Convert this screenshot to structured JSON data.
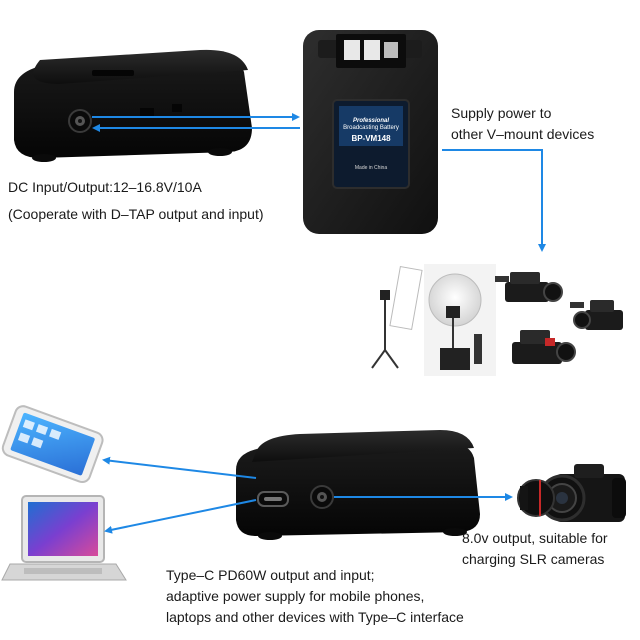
{
  "battery": {
    "brand_line1": "Professional",
    "brand_line2": "Broadcasting Battery",
    "model": "BP-VM148",
    "made_in": "Made in China"
  },
  "captions": {
    "dc_line1": "DC Input/Output:12–16.8V/10A",
    "dc_line2": "(Cooperate with D–TAP output and input)",
    "supply_line1": "Supply power to",
    "supply_line2": "other V–mount devices",
    "slr_line1": "8.0v output, suitable for",
    "slr_line2": "charging SLR cameras",
    "typec_line1": "Type–C PD60W output and input;",
    "typec_line2": "adaptive power supply for mobile phones,",
    "typec_line3": "laptops and other devices with Type–C interface"
  },
  "colors": {
    "arrow": "#1e88e5",
    "device": "#161616",
    "accent": "#2a7fd6"
  }
}
